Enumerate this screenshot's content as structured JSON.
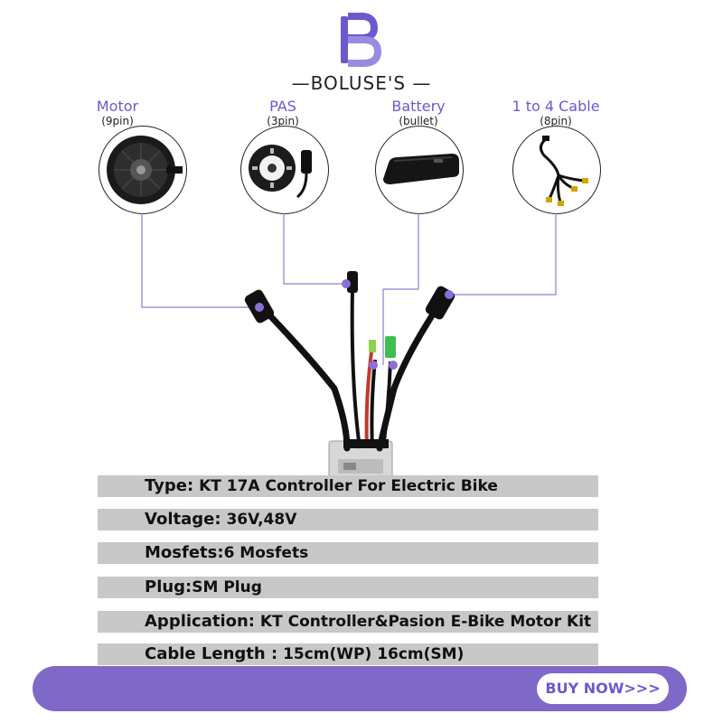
{
  "brand": {
    "name": "—BOLUSE'S —"
  },
  "components": [
    {
      "label": "Motor",
      "sub": "(9pin)",
      "icon": "hub-motor-icon"
    },
    {
      "label": "PAS",
      "sub": "(3pin)",
      "icon": "pas-sensor-icon"
    },
    {
      "label": "Battery",
      "sub": "(bullet)",
      "icon": "battery-icon"
    },
    {
      "label": "1 to 4 Cable",
      "sub": "(8pin)",
      "icon": "cable-icon"
    }
  ],
  "specs": [
    {
      "key": "Type:",
      "value": " KT 17A  Controller For Electric Bike"
    },
    {
      "key": "Voltage:",
      "value": " 36V,48V"
    },
    {
      "key": "Mosfets:",
      "value": "6 Mosfets"
    },
    {
      "key": "Plug:",
      "value": "SM Plug"
    },
    {
      "key": "Application:",
      "value": " KT Controller&Pasion E-Bike Motor Kit"
    },
    {
      "key": "Cable Length :",
      "value": " 15cm(WP)  16cm(SM)"
    }
  ],
  "cta": {
    "label": "BUY NOW>>>"
  },
  "colors": {
    "accent": "#7e69c9",
    "label": "#6a5acd",
    "row_bg": "#c8c8c8",
    "connector_dot": "#8a6fd6"
  }
}
